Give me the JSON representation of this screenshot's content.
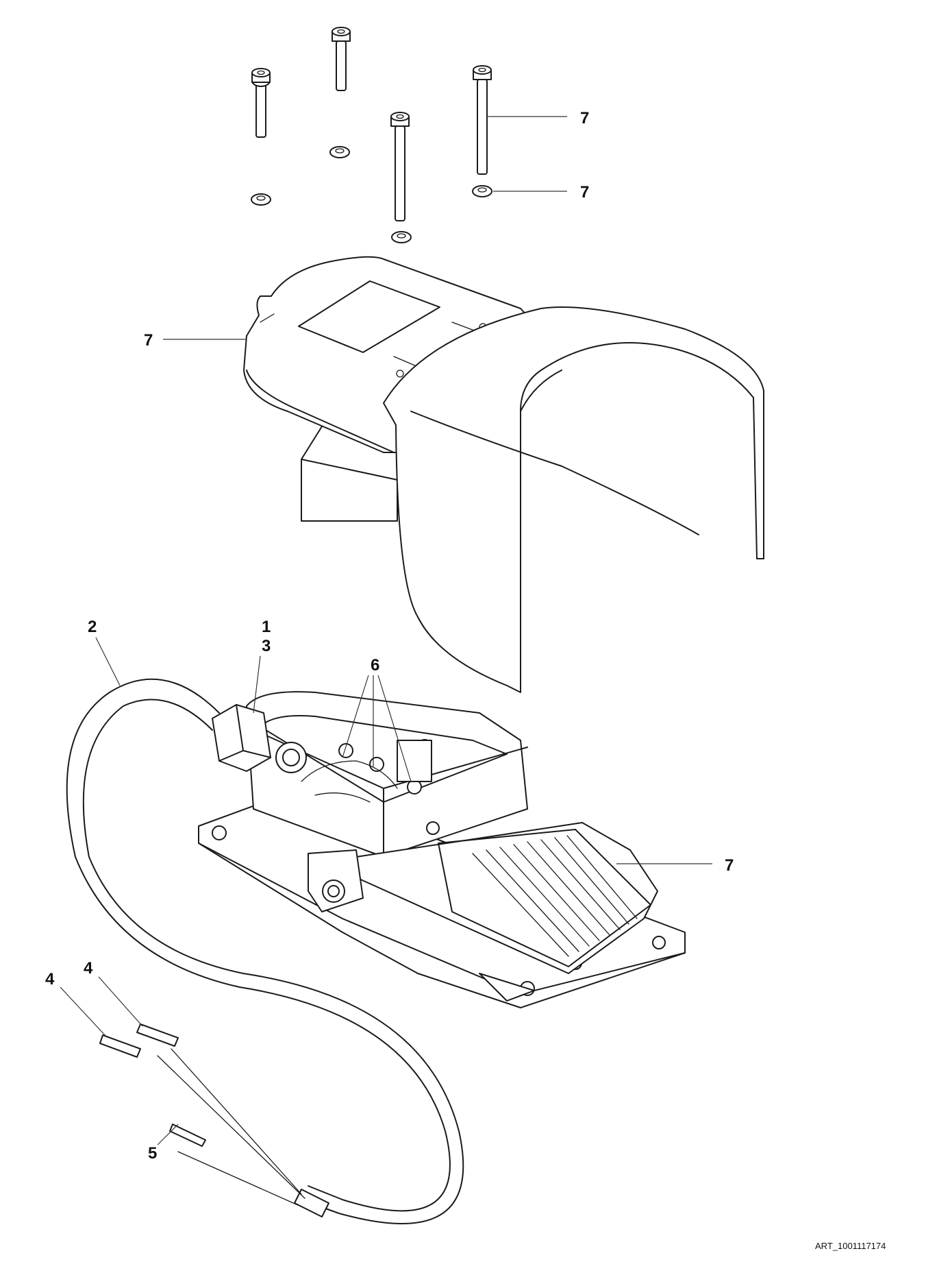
{
  "callouts": {
    "c1": "1",
    "c2": "2",
    "c3": "3",
    "c4a": "4",
    "c4b": "4",
    "c5": "5",
    "c6": "6",
    "c7_screw": "7",
    "c7_washer": "7",
    "c7_cover": "7",
    "c7_pedal": "7"
  },
  "art_id": "ART_1001117174"
}
